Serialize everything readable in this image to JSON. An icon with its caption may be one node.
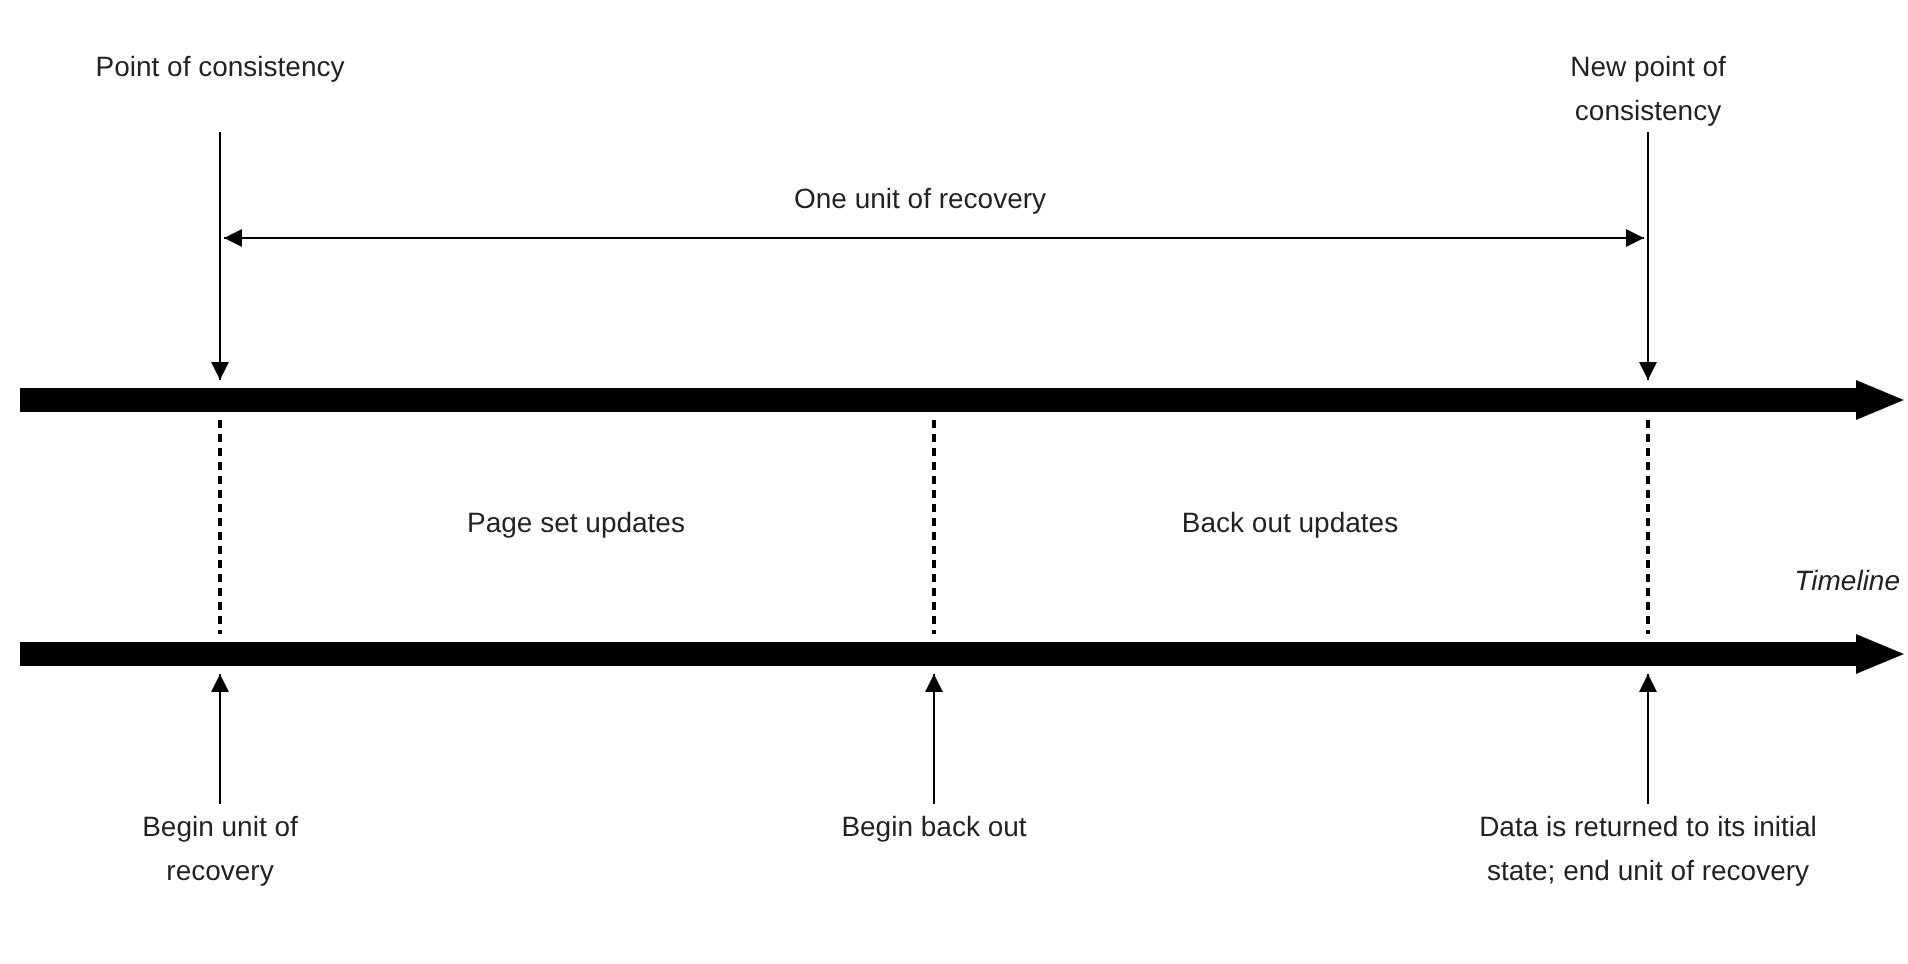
{
  "diagram": {
    "nodes": [
      {
        "text": [
          "Point of consistency"
        ]
      },
      {
        "text": [
          "New point of consistency"
        ]
      },
      {
        "text": [],
        "shape": "bar"
      },
      {
        "text": [],
        "shape": "bar"
      },
      {
        "text": [
          "Begin unit of recovery"
        ]
      },
      {
        "text": [
          "Begin back out"
        ]
      },
      {
        "text": [
          "Data is returned to its initial state; end unit of recovery"
        ]
      }
    ],
    "edges": [
      {
        "from": 0,
        "to": 2,
        "arrow": "to"
      },
      {
        "from": 1,
        "to": 2,
        "arrow": "to"
      },
      {
        "from": 2,
        "to": 3,
        "arrow": "none",
        "style": "dashed"
      },
      {
        "from": 2,
        "to": 3,
        "arrow": "none",
        "style": "dashed"
      },
      {
        "from": 2,
        "to": 3,
        "arrow": "none",
        "style": "dashed"
      },
      {
        "from": 4,
        "to": 3,
        "arrow": "to"
      },
      {
        "from": 5,
        "to": 3,
        "arrow": "to"
      },
      {
        "from": 6,
        "to": 3,
        "arrow": "to"
      }
    ],
    "labels": [
      "One unit of recovery",
      "Page set updates",
      "Back out updates",
      "Timeline"
    ]
  }
}
